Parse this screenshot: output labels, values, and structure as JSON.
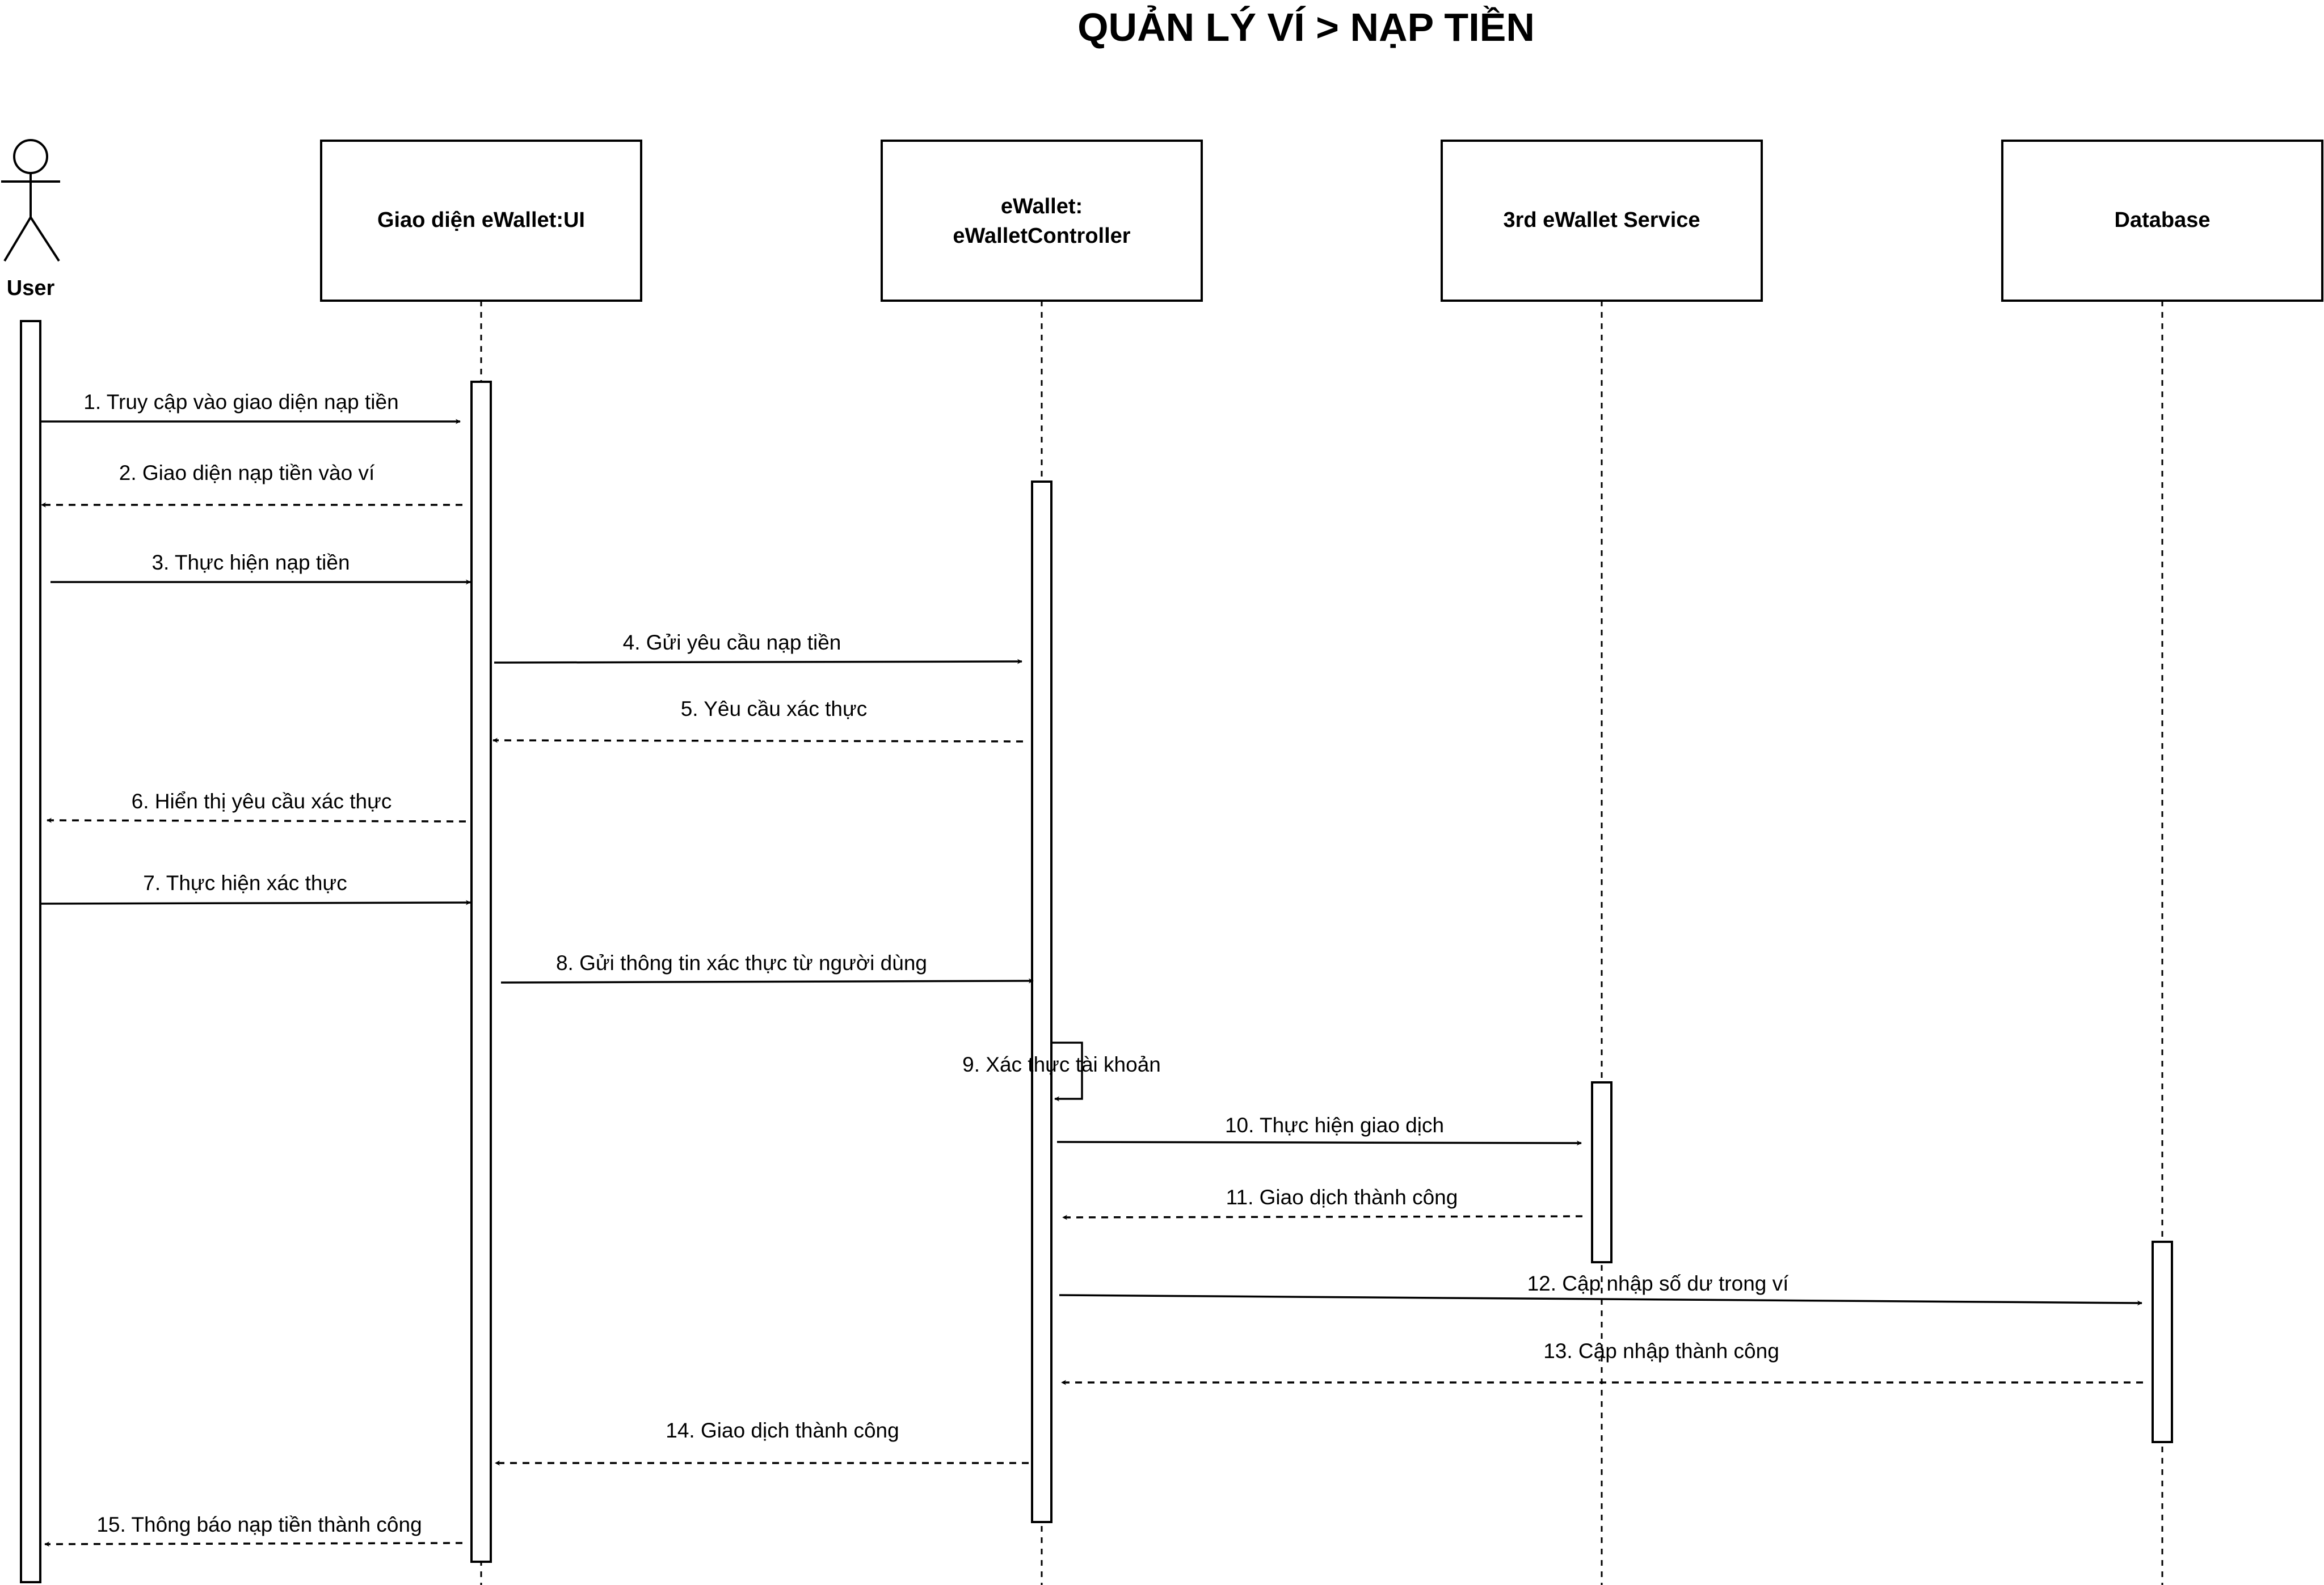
{
  "title": "QUẢN LÝ VÍ > NẠP TIỀN",
  "actor": {
    "label": "User"
  },
  "participants": [
    {
      "label_lines": [
        "Giao diện eWallet:UI"
      ]
    },
    {
      "label_lines": [
        "eWallet:",
        "eWalletController"
      ]
    },
    {
      "label_lines": [
        "3rd eWallet Service"
      ]
    },
    {
      "label_lines": [
        "Database"
      ]
    }
  ],
  "messages": [
    {
      "label": "1. Truy cập vào giao diện nạp tiền",
      "kind": "sync"
    },
    {
      "label": "2. Giao diện nạp tiền vào ví",
      "kind": "return"
    },
    {
      "label": "3. Thực hiện nạp tiền",
      "kind": "sync"
    },
    {
      "label": "4. Gửi yêu cầu nạp tiền",
      "kind": "sync"
    },
    {
      "label": "5. Yêu cầu xác thực",
      "kind": "return"
    },
    {
      "label": "6. Hiển thị yêu cầu xác thực",
      "kind": "return"
    },
    {
      "label": "7. Thực hiện xác thực",
      "kind": "sync"
    },
    {
      "label": "8. Gửi thông tin xác thực từ người dùng",
      "kind": "sync"
    },
    {
      "label": "9. Xác thực tài khoản",
      "kind": "self"
    },
    {
      "label": "10. Thực hiện giao dịch",
      "kind": "sync"
    },
    {
      "label": "11. Giao dịch thành công",
      "kind": "return"
    },
    {
      "label": "12. Cập nhập số dư trong ví",
      "kind": "sync"
    },
    {
      "label": "13. Cập nhập thành công",
      "kind": "return"
    },
    {
      "label": "14. Giao dịch thành công",
      "kind": "return"
    },
    {
      "label": "15. Thông báo nạp tiền thành công",
      "kind": "return"
    }
  ]
}
